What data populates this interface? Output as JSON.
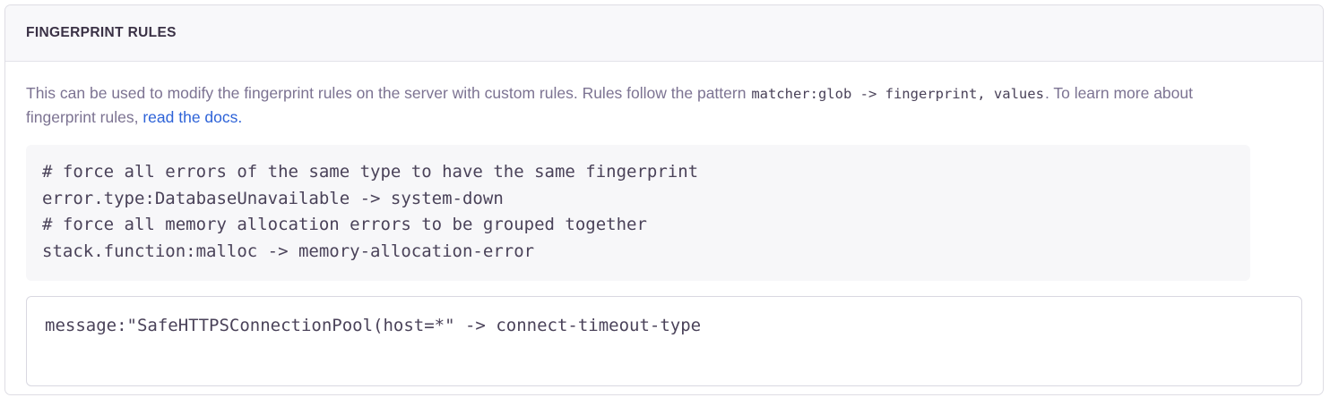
{
  "panel": {
    "title": "FINGERPRINT RULES",
    "description": {
      "text_before_code": "This can be used to modify the fingerprint rules on the server with custom rules. Rules follow the pattern ",
      "inline_code": "matcher:glob -> fingerprint, values",
      "text_after_code": ". To learn more about fingerprint rules, ",
      "link_label": "read the docs.",
      "link_color": "#2e63d8"
    },
    "example_code": "# force all errors of the same type to have the same fingerprint\nerror.type:DatabaseUnavailable -> system-down\n# force all memory allocation errors to be grouped together\nstack.function:malloc -> memory-allocation-error",
    "rules_input": {
      "value": "message:\"SafeHTTPSConnectionPool(host=*\" -> connect-timeout-type",
      "placeholder": ""
    }
  },
  "colors": {
    "panel_border": "#dedde4",
    "header_bg": "#f8f8fa",
    "title_text": "#3a3145",
    "body_text": "#7c7392",
    "code_text": "#4a4259",
    "code_bg": "#f7f7f9",
    "input_border": "#d9d8e1"
  }
}
